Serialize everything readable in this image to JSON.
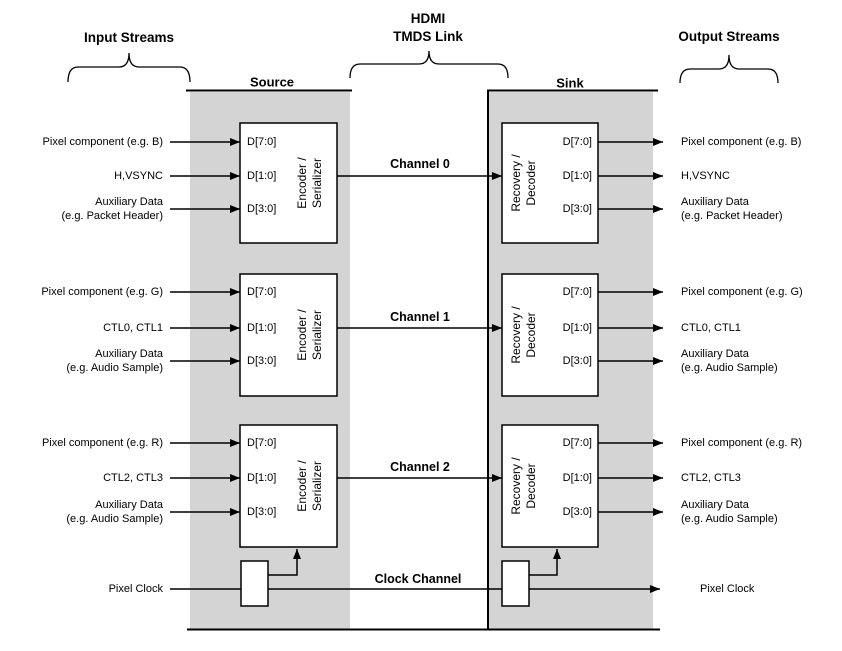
{
  "header": {
    "input_streams": "Input Streams",
    "link_title": "HDMI\nTMDS Link",
    "output_streams": "Output Streams",
    "source": "Source",
    "sink": "Sink"
  },
  "source_block_label": "Encoder /\nSerializer",
  "sink_block_label": "Recovery /\nDecoder",
  "clock": {
    "input_label": "Pixel Clock",
    "channel_label": "Clock Channel",
    "output_label": "Pixel Clock"
  },
  "channels": [
    {
      "name": "Channel 0",
      "inputs": [
        "Pixel component (e.g. B)",
        "H,VSYNC",
        "Auxiliary Data\n(e.g. Packet Header)"
      ],
      "ports": [
        "D[7:0]",
        "D[1:0]",
        "D[3:0]"
      ],
      "outputs": [
        "Pixel component (e.g. B)",
        "H,VSYNC",
        "Auxiliary Data\n(e.g. Packet Header)"
      ]
    },
    {
      "name": "Channel 1",
      "inputs": [
        "Pixel component (e.g. G)",
        "CTL0, CTL1",
        "Auxiliary Data\n(e.g. Audio Sample)"
      ],
      "ports": [
        "D[7:0]",
        "D[1:0]",
        "D[3:0]"
      ],
      "outputs": [
        "Pixel component (e.g. G)",
        "CTL0, CTL1",
        "Auxiliary Data\n(e.g. Audio Sample)"
      ]
    },
    {
      "name": "Channel 2",
      "inputs": [
        "Pixel component (e.g. R)",
        "CTL2, CTL3",
        "Auxiliary Data\n(e.g. Audio Sample)"
      ],
      "ports": [
        "D[7:0]",
        "D[1:0]",
        "D[3:0]"
      ],
      "outputs": [
        "Pixel component (e.g. R)",
        "CTL2, CTL3",
        "Auxiliary Data\n(e.g. Audio Sample)"
      ]
    }
  ],
  "colors": {
    "panel_gray": "#d4d4d4",
    "line_black": "#000000",
    "background": "#ffffff"
  }
}
